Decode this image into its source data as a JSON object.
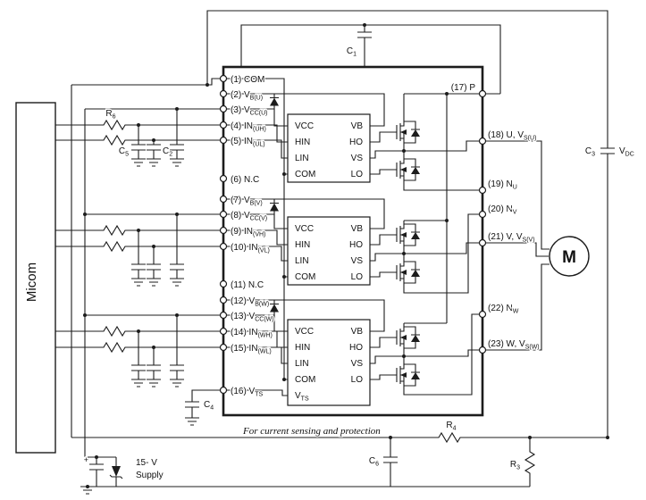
{
  "micom": {
    "label": "Micom"
  },
  "module": {
    "pins_left": [
      {
        "t": "(1) COM",
        "s": ""
      },
      {
        "t": "(2) V",
        "s": "B(U)"
      },
      {
        "t": "(3) V",
        "s": "CC(U)"
      },
      {
        "t": "(4) IN",
        "s": "(UH)"
      },
      {
        "t": "(5) IN",
        "s": "(UL)"
      },
      {
        "t": "(6) N.C",
        "s": ""
      },
      {
        "t": "(7) V",
        "s": "B(V)"
      },
      {
        "t": "(8) V",
        "s": "CC(V)"
      },
      {
        "t": "(9) IN",
        "s": "(VH)"
      },
      {
        "t": "(10) IN",
        "s": "(VL)"
      },
      {
        "t": "(11) N.C",
        "s": ""
      },
      {
        "t": "(12) V",
        "s": "B(W)"
      },
      {
        "t": "(13) V",
        "s": "CC(W)"
      },
      {
        "t": "(14) IN",
        "s": "(WH)"
      },
      {
        "t": "(15) IN",
        "s": "(WL)"
      },
      {
        "t": "(16) V",
        "s": "TS"
      }
    ],
    "pins_right": [
      {
        "t": "(17) P",
        "s": ""
      },
      {
        "t": "(18) U, V",
        "s": "S(U)"
      },
      {
        "t": "(19) N",
        "s": "U"
      },
      {
        "t": "(20) N",
        "s": "V"
      },
      {
        "t": "(21) V, V",
        "s": "S(V)"
      },
      {
        "t": "(22) N",
        "s": "W"
      },
      {
        "t": "(23) W, V",
        "s": "S(W)"
      }
    ],
    "driver": {
      "vcc": "VCC",
      "vb": "VB",
      "hin": "HIN",
      "ho": "HO",
      "lin": "LIN",
      "vs": "VS",
      "com": "COM",
      "lo": "LO",
      "vts": {
        "t": "V",
        "s": "TS"
      }
    }
  },
  "components": {
    "c1": {
      "t": "C",
      "s": "1"
    },
    "c2": {
      "t": "C",
      "s": "2"
    },
    "c3": {
      "t": "C",
      "s": "3"
    },
    "c4": {
      "t": "C",
      "s": "4"
    },
    "c5": {
      "t": "C",
      "s": "5"
    },
    "c6": {
      "t": "C",
      "s": "6"
    },
    "r3": {
      "t": "R",
      "s": "3"
    },
    "r4": {
      "t": "R",
      "s": "4"
    },
    "r6": {
      "t": "R",
      "s": "6"
    },
    "vdc": {
      "t": "V",
      "s": "DC"
    },
    "plus": "+"
  },
  "motor": {
    "label": "M"
  },
  "supply": {
    "line1": "15- V",
    "line2": "Supply"
  },
  "note": {
    "text": "For current sensing and protection"
  }
}
